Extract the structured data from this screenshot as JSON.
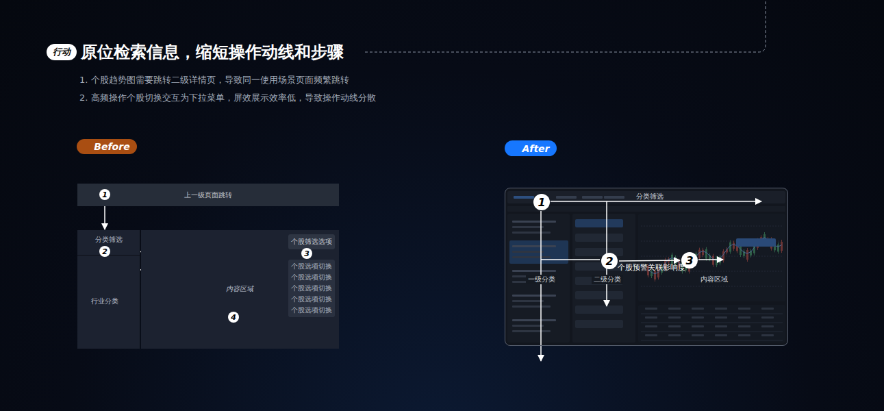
{
  "diagram": {
    "title": "原位检索信息，缩短操作动线和步骤",
    "nodes": [
      {
        "text": [
          "行动"
        ]
      },
      {
        "text": [
          "Before"
        ]
      },
      {
        "text": [
          "After"
        ]
      },
      {
        "text": [
          "上一级页面跳转"
        ]
      },
      {
        "text": [
          "1"
        ],
        "in": 3
      },
      {
        "text": [
          "分类筛选",
          "行业分类"
        ]
      },
      {
        "text": [
          "2"
        ],
        "in": 5
      },
      {
        "text": [
          "内容区域"
        ]
      },
      {
        "text": [
          "个股筛选选项"
        ],
        "in": 7
      },
      {
        "text": [
          "3"
        ],
        "in": 7
      },
      {
        "text": [
          "个股选项切换",
          "个股选项切换",
          "个股选项切换",
          "个股选项切换",
          "个股选项切换"
        ],
        "in": 7
      },
      {
        "text": [
          "4"
        ],
        "in": 7
      },
      {
        "text": [
          "分类筛选",
          "一级分类",
          "二级分类",
          "内容区域"
        ]
      },
      {
        "text": [
          "1"
        ],
        "in": 12
      },
      {
        "text": [
          "2"
        ],
        "in": 12
      },
      {
        "text": [
          "3"
        ],
        "in": 12
      }
    ],
    "edges": [
      {
        "from": 4,
        "to": 5,
        "arrow": "to"
      },
      {
        "from": 6,
        "to": 9,
        "arrow": "to"
      },
      {
        "from": 9,
        "to": 11,
        "arrow": "to"
      },
      {
        "from": 11,
        "to": 6,
        "arrow": "to"
      },
      {
        "from": 14,
        "to": 15,
        "arrow": "to"
      }
    ],
    "labels": [
      "1. 个股趋势图需要跳转二级详情页，导致同一使用场景页面频繁跳转",
      "2. 高频操作个股切换交互为下拉菜单，屏效展示效率低，导致操作动线分散",
      "个股预警关联影响度"
    ]
  }
}
